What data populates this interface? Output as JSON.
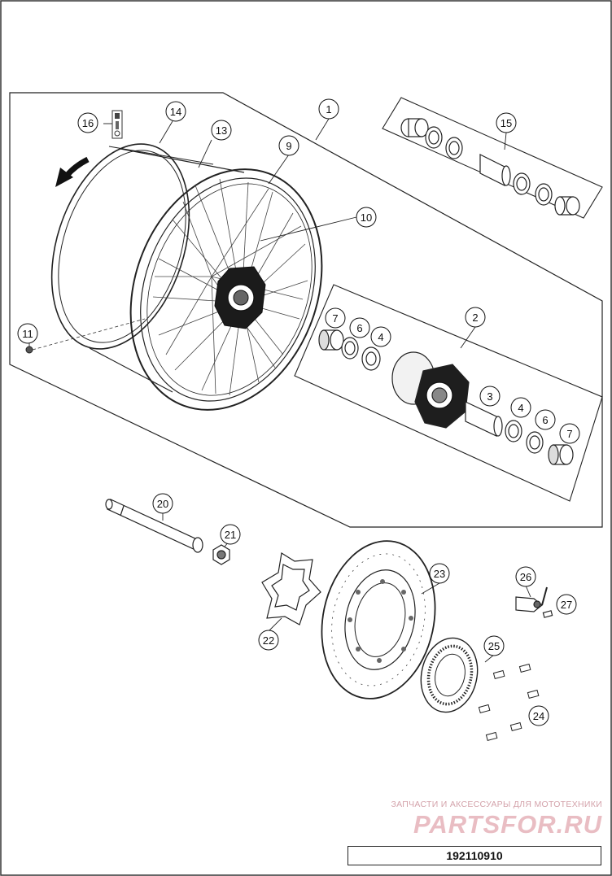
{
  "diagram": {
    "diagram_id": "192110910",
    "watermark_text": "ЗАПЧАСТИ И АКСЕССУАРЫ ДЛЯ МОТОТЕХНИКИ",
    "watermark_logo": "PARTSFOR.RU",
    "callouts": [
      "1",
      "2",
      "3",
      "4",
      "4",
      "6",
      "6",
      "7",
      "7",
      "9",
      "10",
      "11",
      "13",
      "14",
      "15",
      "16",
      "20",
      "21",
      "22",
      "23",
      "24",
      "25",
      "26",
      "27"
    ],
    "icons": [
      "rotation-arrow-icon"
    ]
  }
}
